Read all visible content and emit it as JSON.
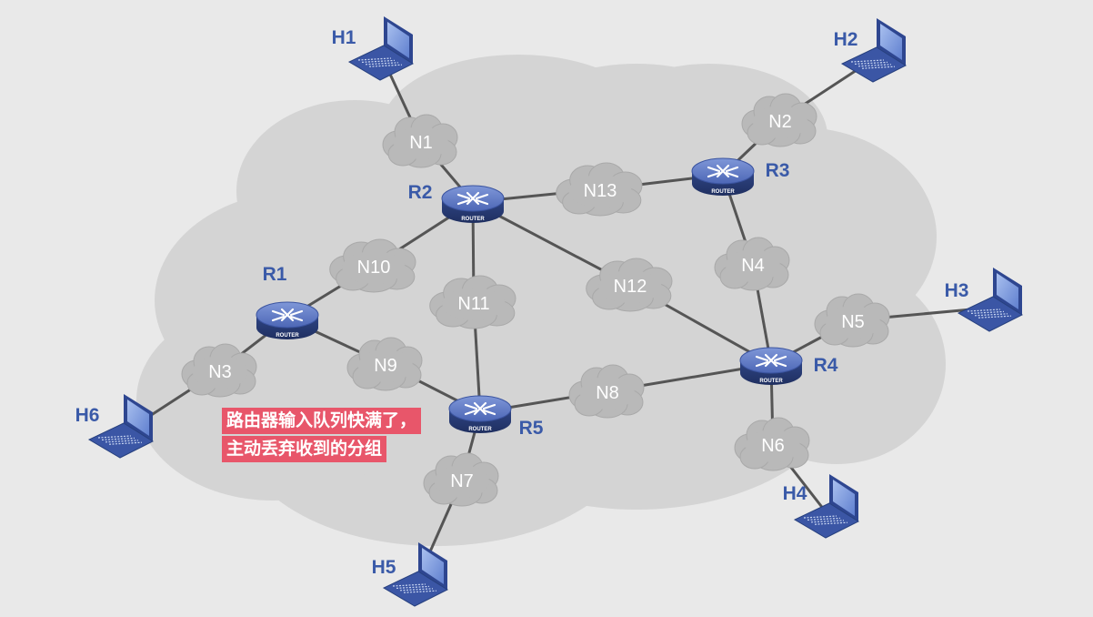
{
  "diagram": {
    "routers": [
      {
        "id": "R1",
        "label": "R1",
        "caption": "ROUTER"
      },
      {
        "id": "R2",
        "label": "R2",
        "caption": "ROUTER"
      },
      {
        "id": "R3",
        "label": "R3",
        "caption": "ROUTER"
      },
      {
        "id": "R4",
        "label": "R4",
        "caption": "ROUTER"
      },
      {
        "id": "R5",
        "label": "R5",
        "caption": "ROUTER"
      }
    ],
    "networks": [
      "N1",
      "N2",
      "N3",
      "N4",
      "N5",
      "N6",
      "N7",
      "N8",
      "N9",
      "N10",
      "N11",
      "N12",
      "N13"
    ],
    "hosts": [
      "H1",
      "H2",
      "H3",
      "H4",
      "H5",
      "H6"
    ],
    "links": [
      [
        "H1",
        "N1"
      ],
      [
        "N1",
        "R2"
      ],
      [
        "R2",
        "N13"
      ],
      [
        "N13",
        "R3"
      ],
      [
        "R3",
        "N2"
      ],
      [
        "N2",
        "H2"
      ],
      [
        "R2",
        "N10"
      ],
      [
        "N10",
        "R1"
      ],
      [
        "R1",
        "N3"
      ],
      [
        "N3",
        "H6"
      ],
      [
        "R1",
        "N9"
      ],
      [
        "N9",
        "R5"
      ],
      [
        "R2",
        "N11"
      ],
      [
        "N11",
        "R5"
      ],
      [
        "R2",
        "N12"
      ],
      [
        "N12",
        "R4"
      ],
      [
        "R3",
        "N4"
      ],
      [
        "N4",
        "R4"
      ],
      [
        "R4",
        "N5"
      ],
      [
        "N5",
        "H3"
      ],
      [
        "R4",
        "N6"
      ],
      [
        "N6",
        "H4"
      ],
      [
        "R5",
        "N8"
      ],
      [
        "N8",
        "R4"
      ],
      [
        "R5",
        "N7"
      ],
      [
        "N7",
        "H5"
      ]
    ]
  },
  "annotation": {
    "line1": "路由器输入队列快满了，",
    "line2": "主动丢弃收到的分组"
  },
  "colors": {
    "background": "#e9e9e9",
    "cloud_large": "#d4d4d4",
    "cloud_small": "#b9b9b9",
    "router": "#4a64b0",
    "label": "#3a5aa8",
    "link": "#555555",
    "annotation": "#e8566a"
  }
}
